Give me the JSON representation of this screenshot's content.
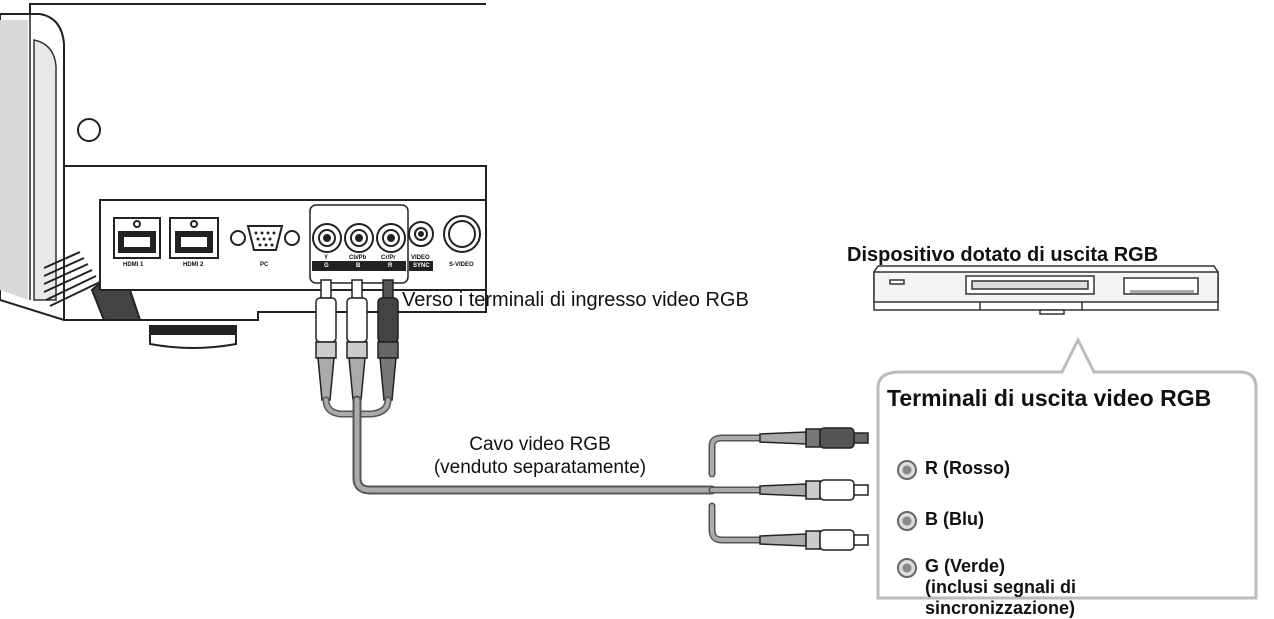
{
  "projector": {
    "ports": {
      "hdmi1": "HDMI 1",
      "hdmi2": "HDMI 2",
      "pc": "PC",
      "y": "Y",
      "cb": "Cb/Pb",
      "cr": "Cr/Pr",
      "g": "G",
      "b": "B",
      "r": "R",
      "video": "VIDEO",
      "sync": "SYNC",
      "svideo": "S-VIDEO"
    }
  },
  "labels": {
    "to_rgb_inputs": "Verso i terminali di ingresso video RGB",
    "cable_line1": "Cavo video RGB",
    "cable_line2": "(venduto separatamente)",
    "device_title": "Dispositivo dotato di uscita RGB",
    "outputs_title": "Terminali di uscita video RGB"
  },
  "outputs": {
    "r": "R (Rosso)",
    "b": "B (Blu)",
    "g_line1": "G (Verde)",
    "g_line2": "(inclusi segnali di",
    "g_line3": "sincronizzazione)"
  }
}
